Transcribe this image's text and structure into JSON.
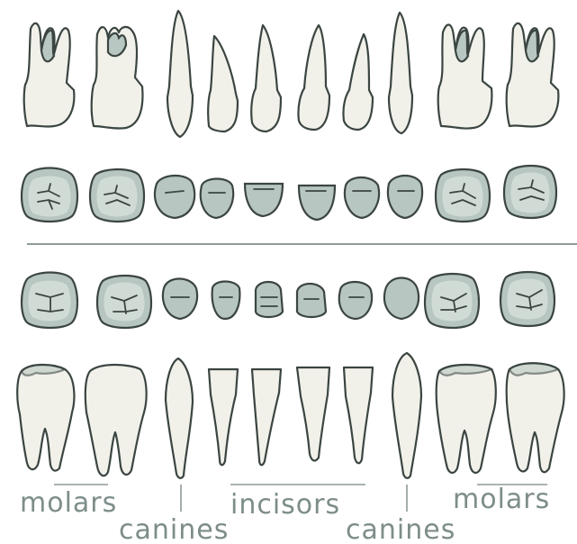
{
  "labels": {
    "molars_left": "molars",
    "canines_left": "canines",
    "incisors": "incisors",
    "canines_right": "canines",
    "molars_right": "molars"
  }
}
